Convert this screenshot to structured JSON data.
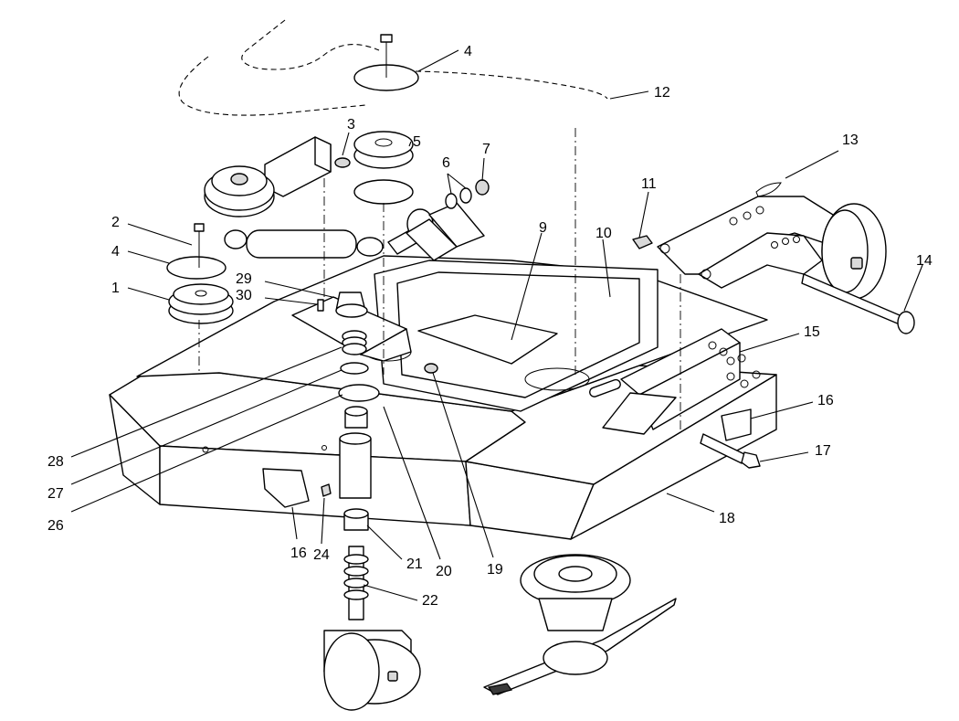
{
  "callouts": [
    {
      "id": "c1",
      "label": "1"
    },
    {
      "id": "c2",
      "label": "2"
    },
    {
      "id": "c3",
      "label": "3"
    },
    {
      "id": "c4a",
      "label": "4"
    },
    {
      "id": "c4b",
      "label": "4"
    },
    {
      "id": "c5",
      "label": "5"
    },
    {
      "id": "c6",
      "label": "6"
    },
    {
      "id": "c7",
      "label": "7"
    },
    {
      "id": "c9",
      "label": "9"
    },
    {
      "id": "c10",
      "label": "10"
    },
    {
      "id": "c11",
      "label": "11"
    },
    {
      "id": "c12",
      "label": "12"
    },
    {
      "id": "c13",
      "label": "13"
    },
    {
      "id": "c14",
      "label": "14"
    },
    {
      "id": "c15",
      "label": "15"
    },
    {
      "id": "c16a",
      "label": "16"
    },
    {
      "id": "c16b",
      "label": "16"
    },
    {
      "id": "c17",
      "label": "17"
    },
    {
      "id": "c18",
      "label": "18"
    },
    {
      "id": "c19",
      "label": "19"
    },
    {
      "id": "c20",
      "label": "20"
    },
    {
      "id": "c21",
      "label": "21"
    },
    {
      "id": "c22",
      "label": "22"
    },
    {
      "id": "c24",
      "label": "24"
    },
    {
      "id": "c26",
      "label": "26"
    },
    {
      "id": "c27",
      "label": "27"
    },
    {
      "id": "c28",
      "label": "28"
    },
    {
      "id": "c29",
      "label": "29"
    },
    {
      "id": "c30",
      "label": "30"
    }
  ]
}
